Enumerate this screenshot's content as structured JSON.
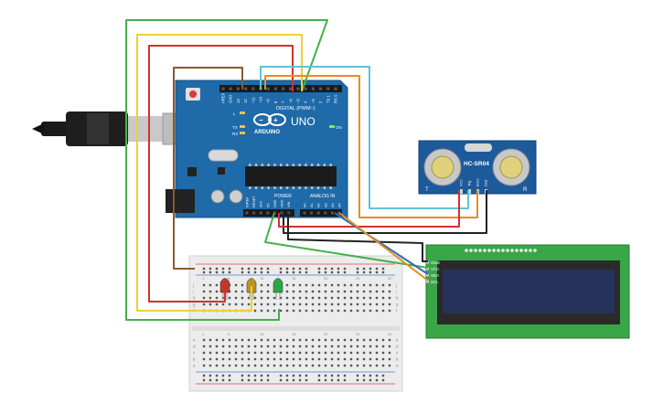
{
  "arduino": {
    "brand": "ARDUINO",
    "model": "UNO",
    "digital_label": "DIGITAL (PWM~)",
    "power_label": "POWER",
    "analog_label": "ANALOG IN",
    "tx_label": "TX",
    "rx_label": "RX",
    "l_label": "L",
    "on_label": "ON",
    "digital_pins": [
      "AREF",
      "GND",
      "13",
      "12",
      "~11",
      "~10",
      "~9",
      "8",
      "7",
      "~6",
      "~5",
      "4",
      "~3",
      "2",
      "TX 1",
      "RX 0"
    ],
    "power_pins": [
      "IOREF",
      "RESET",
      "3V3",
      "5V",
      "GND",
      "GND",
      "VIN"
    ],
    "analog_pins": [
      "A0",
      "A1",
      "A2",
      "A3",
      "A4",
      "A5"
    ]
  },
  "sensor": {
    "name": "HC-SR04",
    "pins": [
      "VCC",
      "Trig",
      "Echo",
      "Gnd"
    ],
    "left_mark": "T",
    "right_mark": "R"
  },
  "lcd": {
    "pins": [
      "GND",
      "VCC",
      "SDA",
      "SCL"
    ]
  },
  "breadboard": {
    "rows_top": [
      "j",
      "i",
      "h",
      "g",
      "f"
    ],
    "rows_bottom": [
      "e",
      "d",
      "c",
      "b",
      "a"
    ],
    "col_numbers": [
      "1",
      "5",
      "10",
      "15",
      "20",
      "25",
      "30"
    ]
  },
  "leds": [
    {
      "color_name": "red",
      "color": "#c0392b"
    },
    {
      "color_name": "yellow",
      "color": "#b8941f"
    },
    {
      "color_name": "green",
      "color": "#27a844"
    }
  ],
  "colors": {
    "board_blue": "#1f6aa8",
    "sensor_blue": "#1d5a9c",
    "lcd_green": "#3aa648",
    "lcd_screen": "#26325a",
    "wire_red": "#d62f2f",
    "wire_yellow": "#f2cf2e",
    "wire_green": "#41b24a",
    "wire_brown": "#8b5a2b",
    "wire_orange": "#e88c22",
    "wire_cyan": "#5ec3d6",
    "wire_black": "#222222",
    "wire_blue": "#2c6fb5"
  }
}
